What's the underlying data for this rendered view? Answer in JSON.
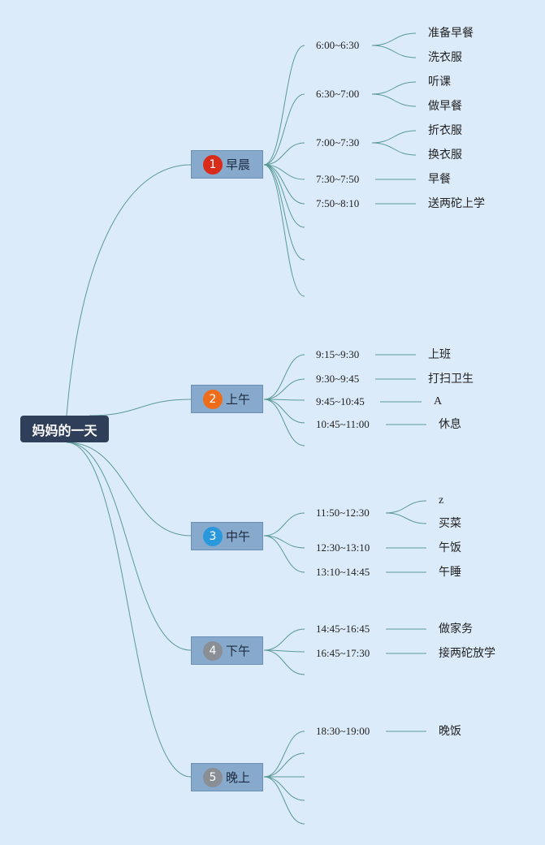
{
  "root": {
    "label": "妈妈的一天"
  },
  "colors": {
    "line": "#5a9a96",
    "root": "#2f3e59",
    "branch": "#87a9cc",
    "background": "#dcebfa"
  },
  "branches": [
    {
      "num": "1",
      "label": "早晨",
      "badge_color": "#d92b1a",
      "items": [
        {
          "time": "6:00~6:30",
          "activities": [
            "准备早餐",
            "洗衣服"
          ]
        },
        {
          "time": "6:30~7:00",
          "activities": [
            "听课",
            "做早餐"
          ]
        },
        {
          "time": "7:00~7:30",
          "activities": [
            "折衣服",
            "换衣服"
          ]
        },
        {
          "time": "7:30~7:50",
          "activities": [
            "早餐"
          ]
        },
        {
          "time": "7:50~8:10",
          "activities": [
            "送两砣上学"
          ]
        }
      ]
    },
    {
      "num": "2",
      "label": "上午",
      "badge_color": "#ef6c1a",
      "items": [
        {
          "time": "9:15~9:30",
          "activities": [
            "上班"
          ]
        },
        {
          "time": "9:30~9:45",
          "activities": [
            "打扫卫生"
          ]
        },
        {
          "time": "9:45~10:45",
          "activities": [
            "A"
          ]
        },
        {
          "time": "10:45~11:00",
          "activities": [
            "休息"
          ]
        }
      ]
    },
    {
      "num": "3",
      "label": "中午",
      "badge_color": "#2a98dc",
      "items": [
        {
          "time": "11:50~12:30",
          "activities": [
            "z",
            "买菜"
          ]
        },
        {
          "time": "12:30~13:10",
          "activities": [
            "午饭"
          ]
        },
        {
          "time": "13:10~14:45",
          "activities": [
            "午睡"
          ]
        }
      ]
    },
    {
      "num": "4",
      "label": "下午",
      "badge_color": "#8a8e95",
      "items": [
        {
          "time": "14:45~16:45",
          "activities": [
            "做家务"
          ]
        },
        {
          "time": "16:45~17:30",
          "activities": [
            "接两砣放学"
          ]
        }
      ]
    },
    {
      "num": "5",
      "label": "晚上",
      "badge_color": "#8a8e95",
      "items": [
        {
          "time": "18:30~19:00",
          "activities": [
            "晚饭"
          ]
        }
      ]
    }
  ]
}
